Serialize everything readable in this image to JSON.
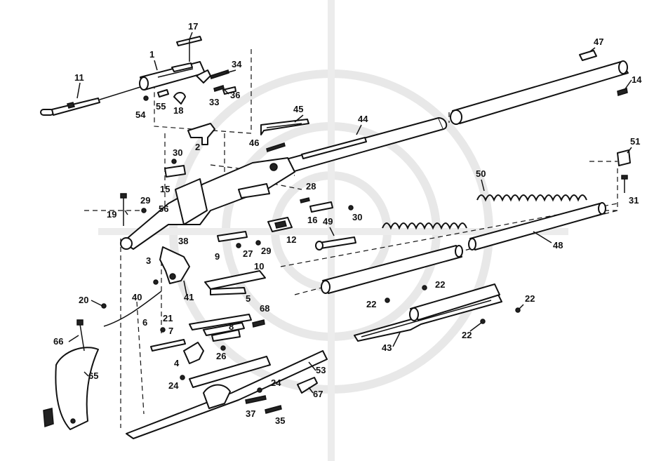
{
  "diagram": {
    "labels": [
      "1",
      "2",
      "3",
      "4",
      "5",
      "6",
      "7",
      "8",
      "9",
      "10",
      "11",
      "12",
      "14",
      "15",
      "16",
      "17",
      "18",
      "19",
      "20",
      "21",
      "22",
      "24",
      "26",
      "27",
      "28",
      "29",
      "30",
      "31",
      "33",
      "34",
      "35",
      "36",
      "37",
      "38",
      "40",
      "41",
      "43",
      "44",
      "45",
      "46",
      "47",
      "48",
      "49",
      "50",
      "51",
      "53",
      "54",
      "55",
      "56",
      "65",
      "66",
      "67",
      "68"
    ],
    "colors": {
      "ink": "#111111",
      "paper": "#ffffff",
      "watermark": "#e8e8e8"
    }
  }
}
